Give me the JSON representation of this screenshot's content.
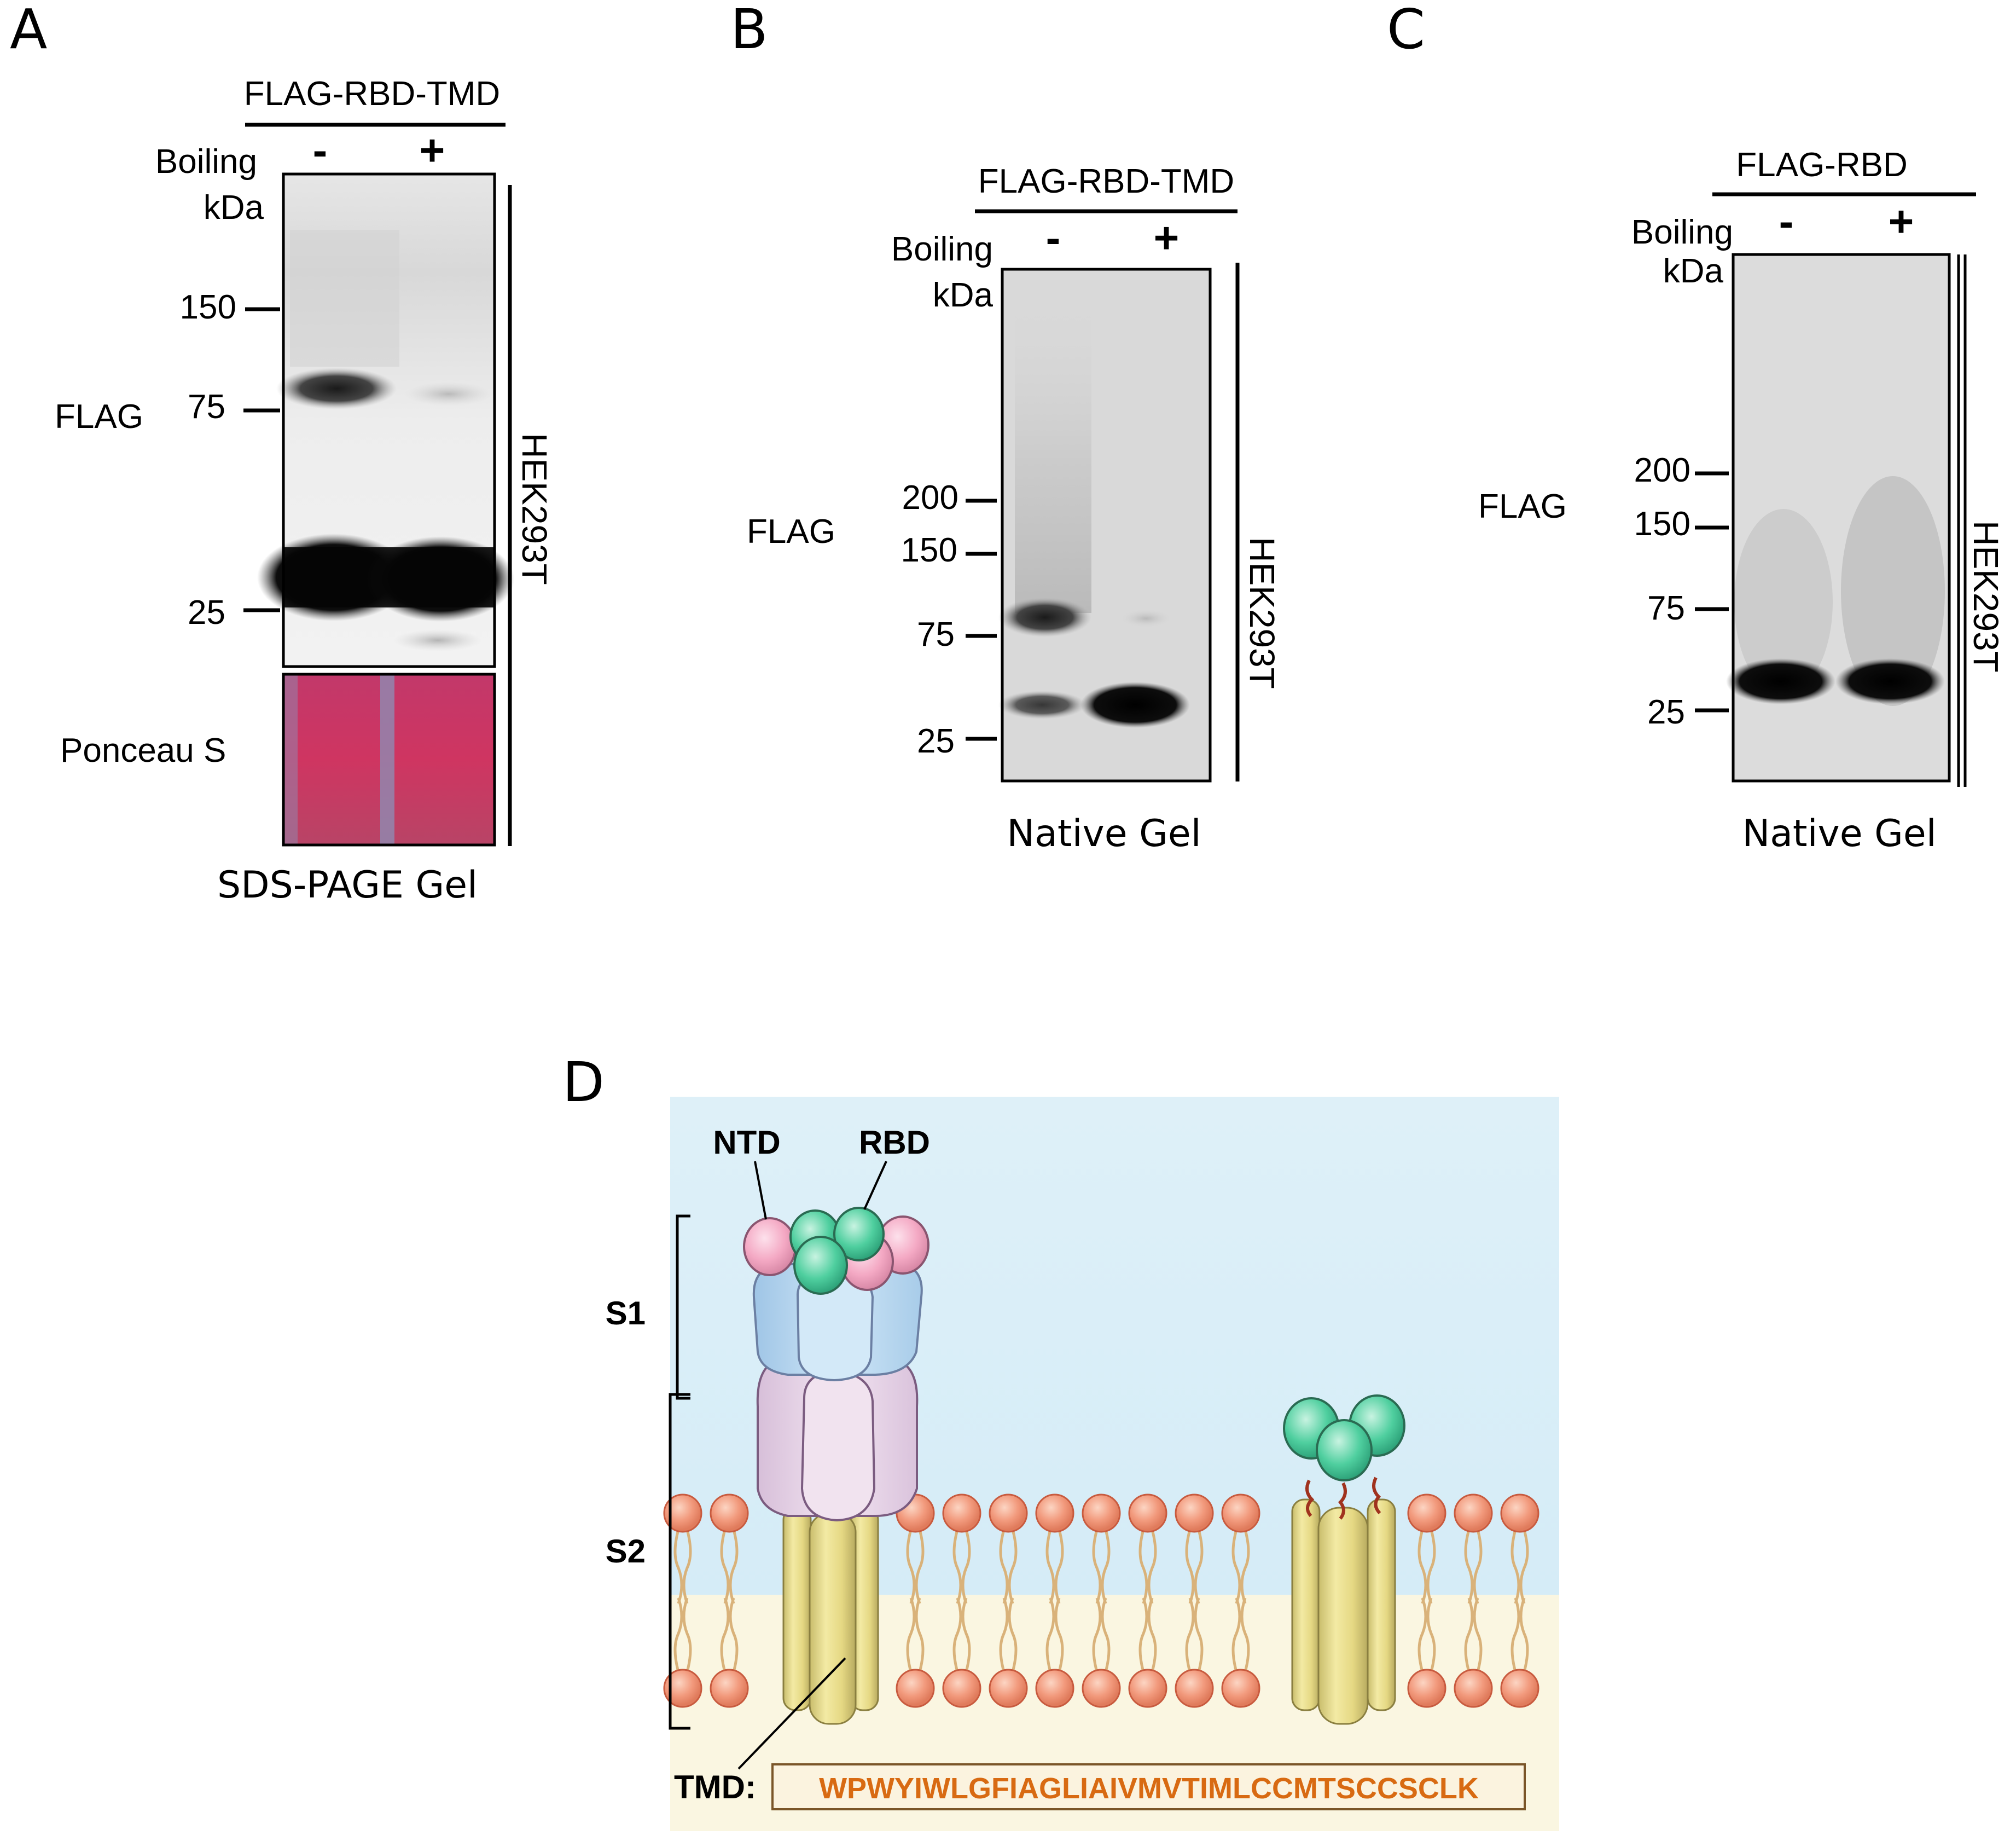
{
  "panel_a": {
    "letter": "A",
    "construct": "FLAG-RBD-TMD",
    "boiling_label": "Boiling",
    "lane_minus": "-",
    "lane_plus": "+",
    "kda_label": "kDa",
    "markers": [
      "150",
      "75",
      "25"
    ],
    "blot_label": "FLAG",
    "stain_label": "Ponceau S",
    "cell_line": "HEK293T",
    "gel_type": "SDS-PAGE Gel"
  },
  "panel_b": {
    "letter": "B",
    "construct": "FLAG-RBD-TMD",
    "boiling_label": "Boiling",
    "lane_minus": "-",
    "lane_plus": "+",
    "kda_label": "kDa",
    "markers": [
      "200",
      "150",
      "75",
      "25"
    ],
    "blot_label": "FLAG",
    "cell_line": "HEK293T",
    "gel_type": "Native Gel"
  },
  "panel_c": {
    "letter": "C",
    "construct": "FLAG-RBD",
    "boiling_label": "Boiling",
    "lane_minus": "-",
    "lane_plus": "+",
    "kda_label": "kDa",
    "markers": [
      "200",
      "150",
      "75",
      "25"
    ],
    "blot_label": "FLAG",
    "cell_line": "HEK293T",
    "gel_type": "Native Gel"
  },
  "panel_d": {
    "letter": "D",
    "ntd_label": "NTD",
    "rbd_label": "RBD",
    "s1_label": "S1",
    "s2_label": "S2",
    "tmd_label": "TMD:",
    "tmd_sequence": "WPWYIWLGFIAGLIAIVMVTIMLCCMTSCCSCLK",
    "colors": {
      "ntd": "#f4a9c4",
      "rbd": "#4fcf9f",
      "sky": "#dff0f8",
      "cytoplasm": "#faf6e1",
      "lipid_head": "#f29a7d",
      "tmd_helix": "#e8dc8a",
      "sequence_text": "#d86a12"
    }
  }
}
